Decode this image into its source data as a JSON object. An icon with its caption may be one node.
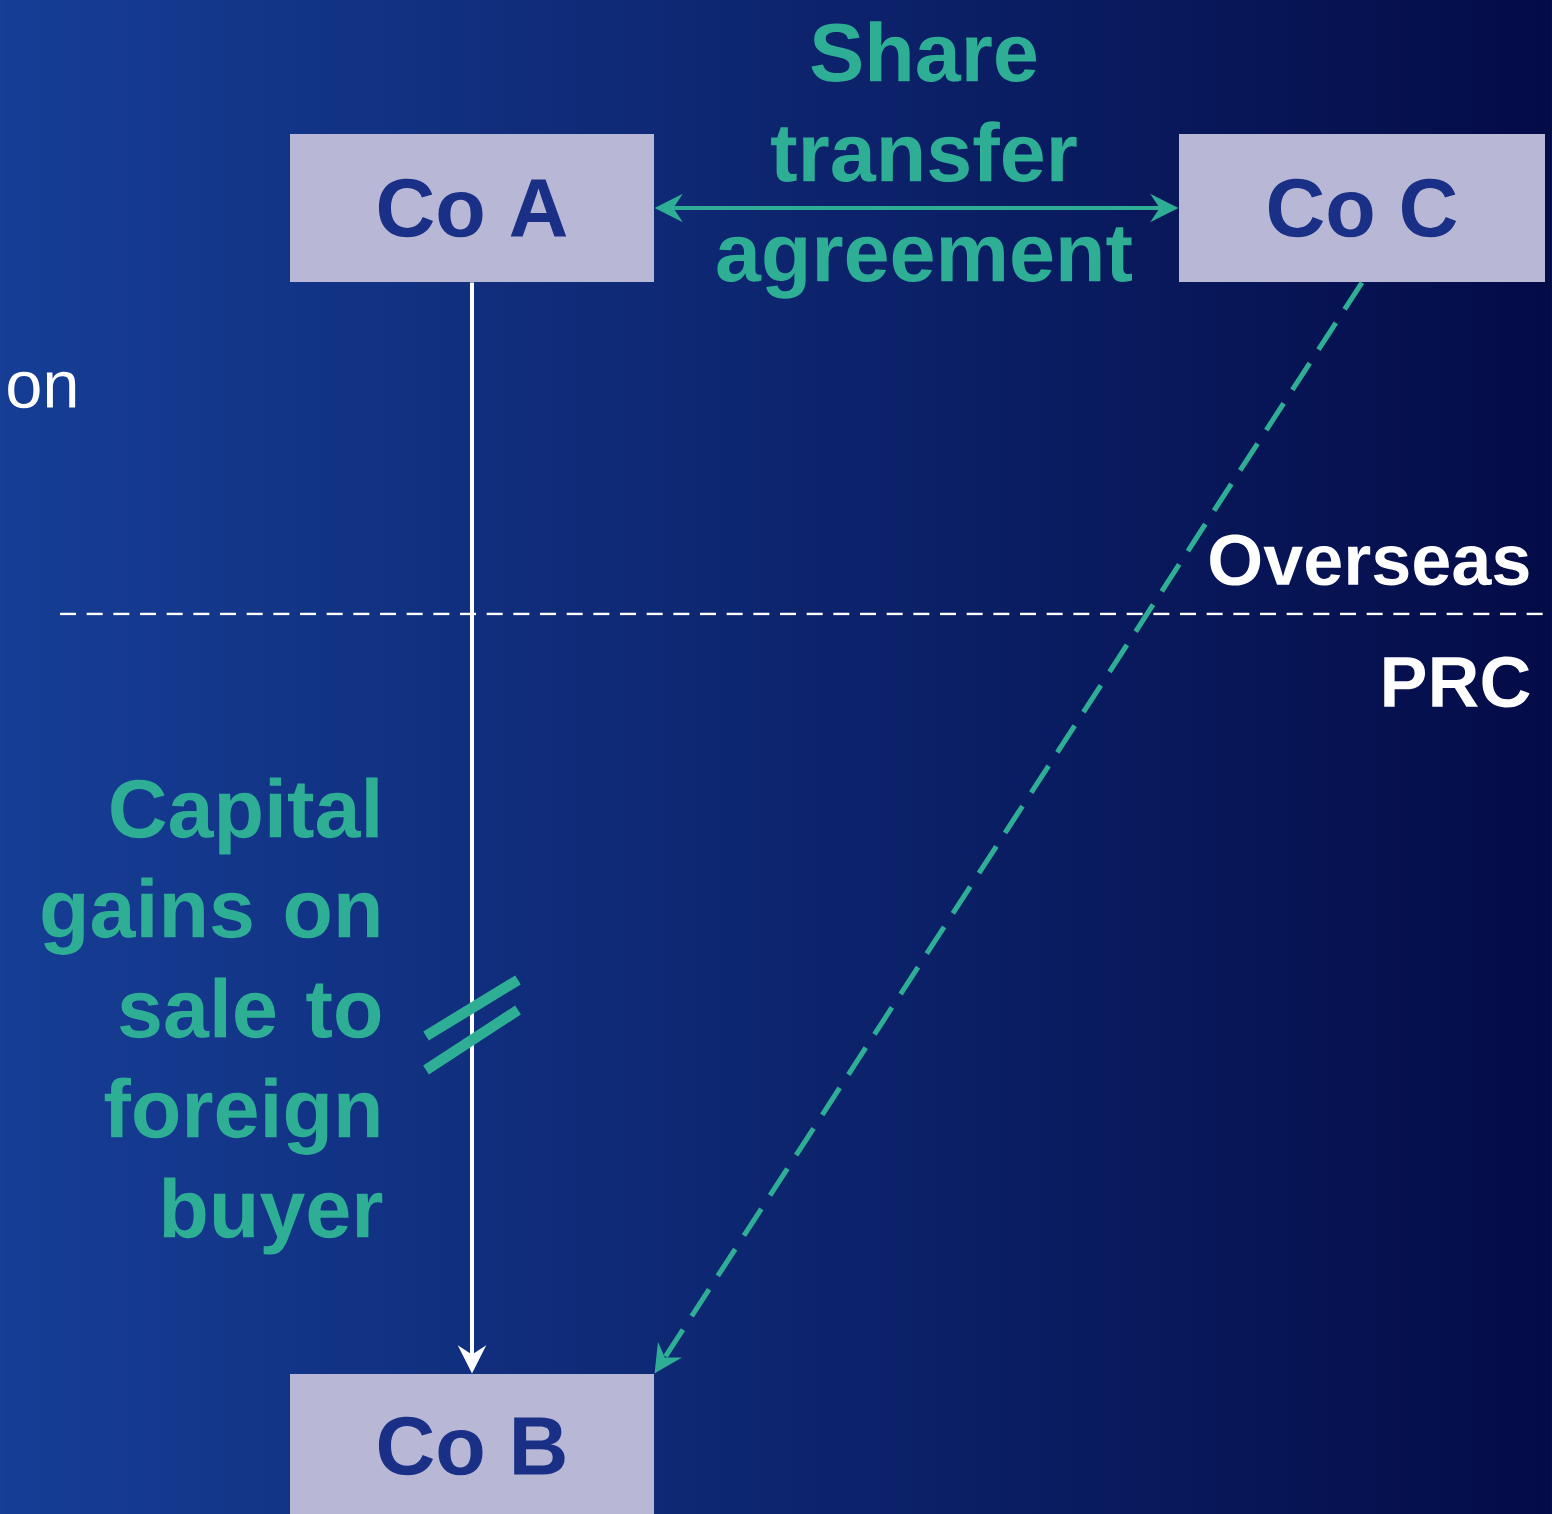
{
  "diagram": {
    "nodes": [
      {
        "text": [
          "Co A"
        ]
      },
      {
        "text": [
          "Co C"
        ]
      },
      {
        "text": [
          "Co B"
        ]
      }
    ],
    "edges": [
      {
        "from": 0,
        "to": 1,
        "arrow": "both",
        "label": "Share transfer agreement"
      },
      {
        "from": 0,
        "to": 2,
        "arrow": "to",
        "label": "Capital gains on sale to foreign buyer",
        "color": "#ffffff"
      },
      {
        "from": 1,
        "to": 2,
        "arrow": "to",
        "style": "dashed"
      }
    ],
    "labels": [
      "on",
      "Overseas",
      "PRC"
    ]
  }
}
